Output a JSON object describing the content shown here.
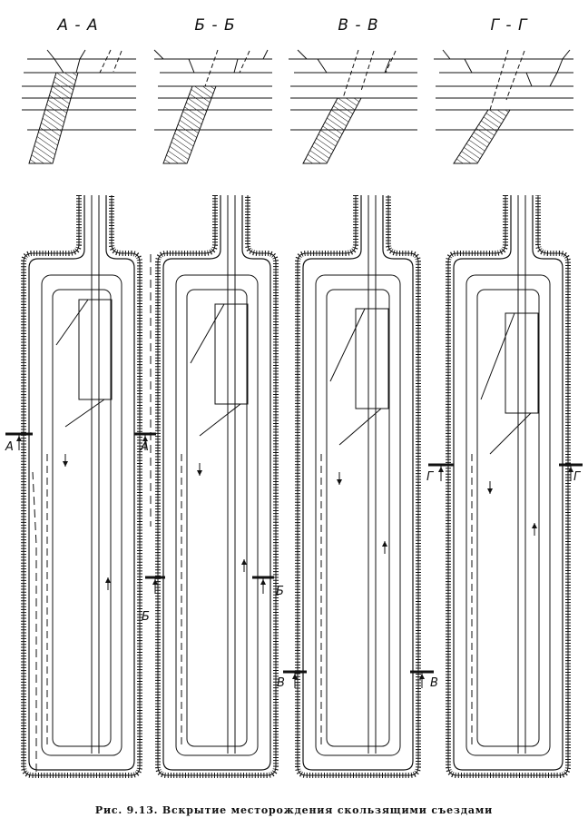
{
  "sections": [
    {
      "id": "a",
      "title": "А - А",
      "cut_letter": "А"
    },
    {
      "id": "b",
      "title": "Б - Б",
      "cut_letter": "Б"
    },
    {
      "id": "v",
      "title": "В - В",
      "cut_letter": "В"
    },
    {
      "id": "g",
      "title": "Г - Г",
      "cut_letter": "Г"
    }
  ],
  "caption": "Рис. 9.13. Вскрытие месторождения скользящими съездами",
  "colors": {
    "ink": "#111111",
    "paper": "#ffffff"
  }
}
